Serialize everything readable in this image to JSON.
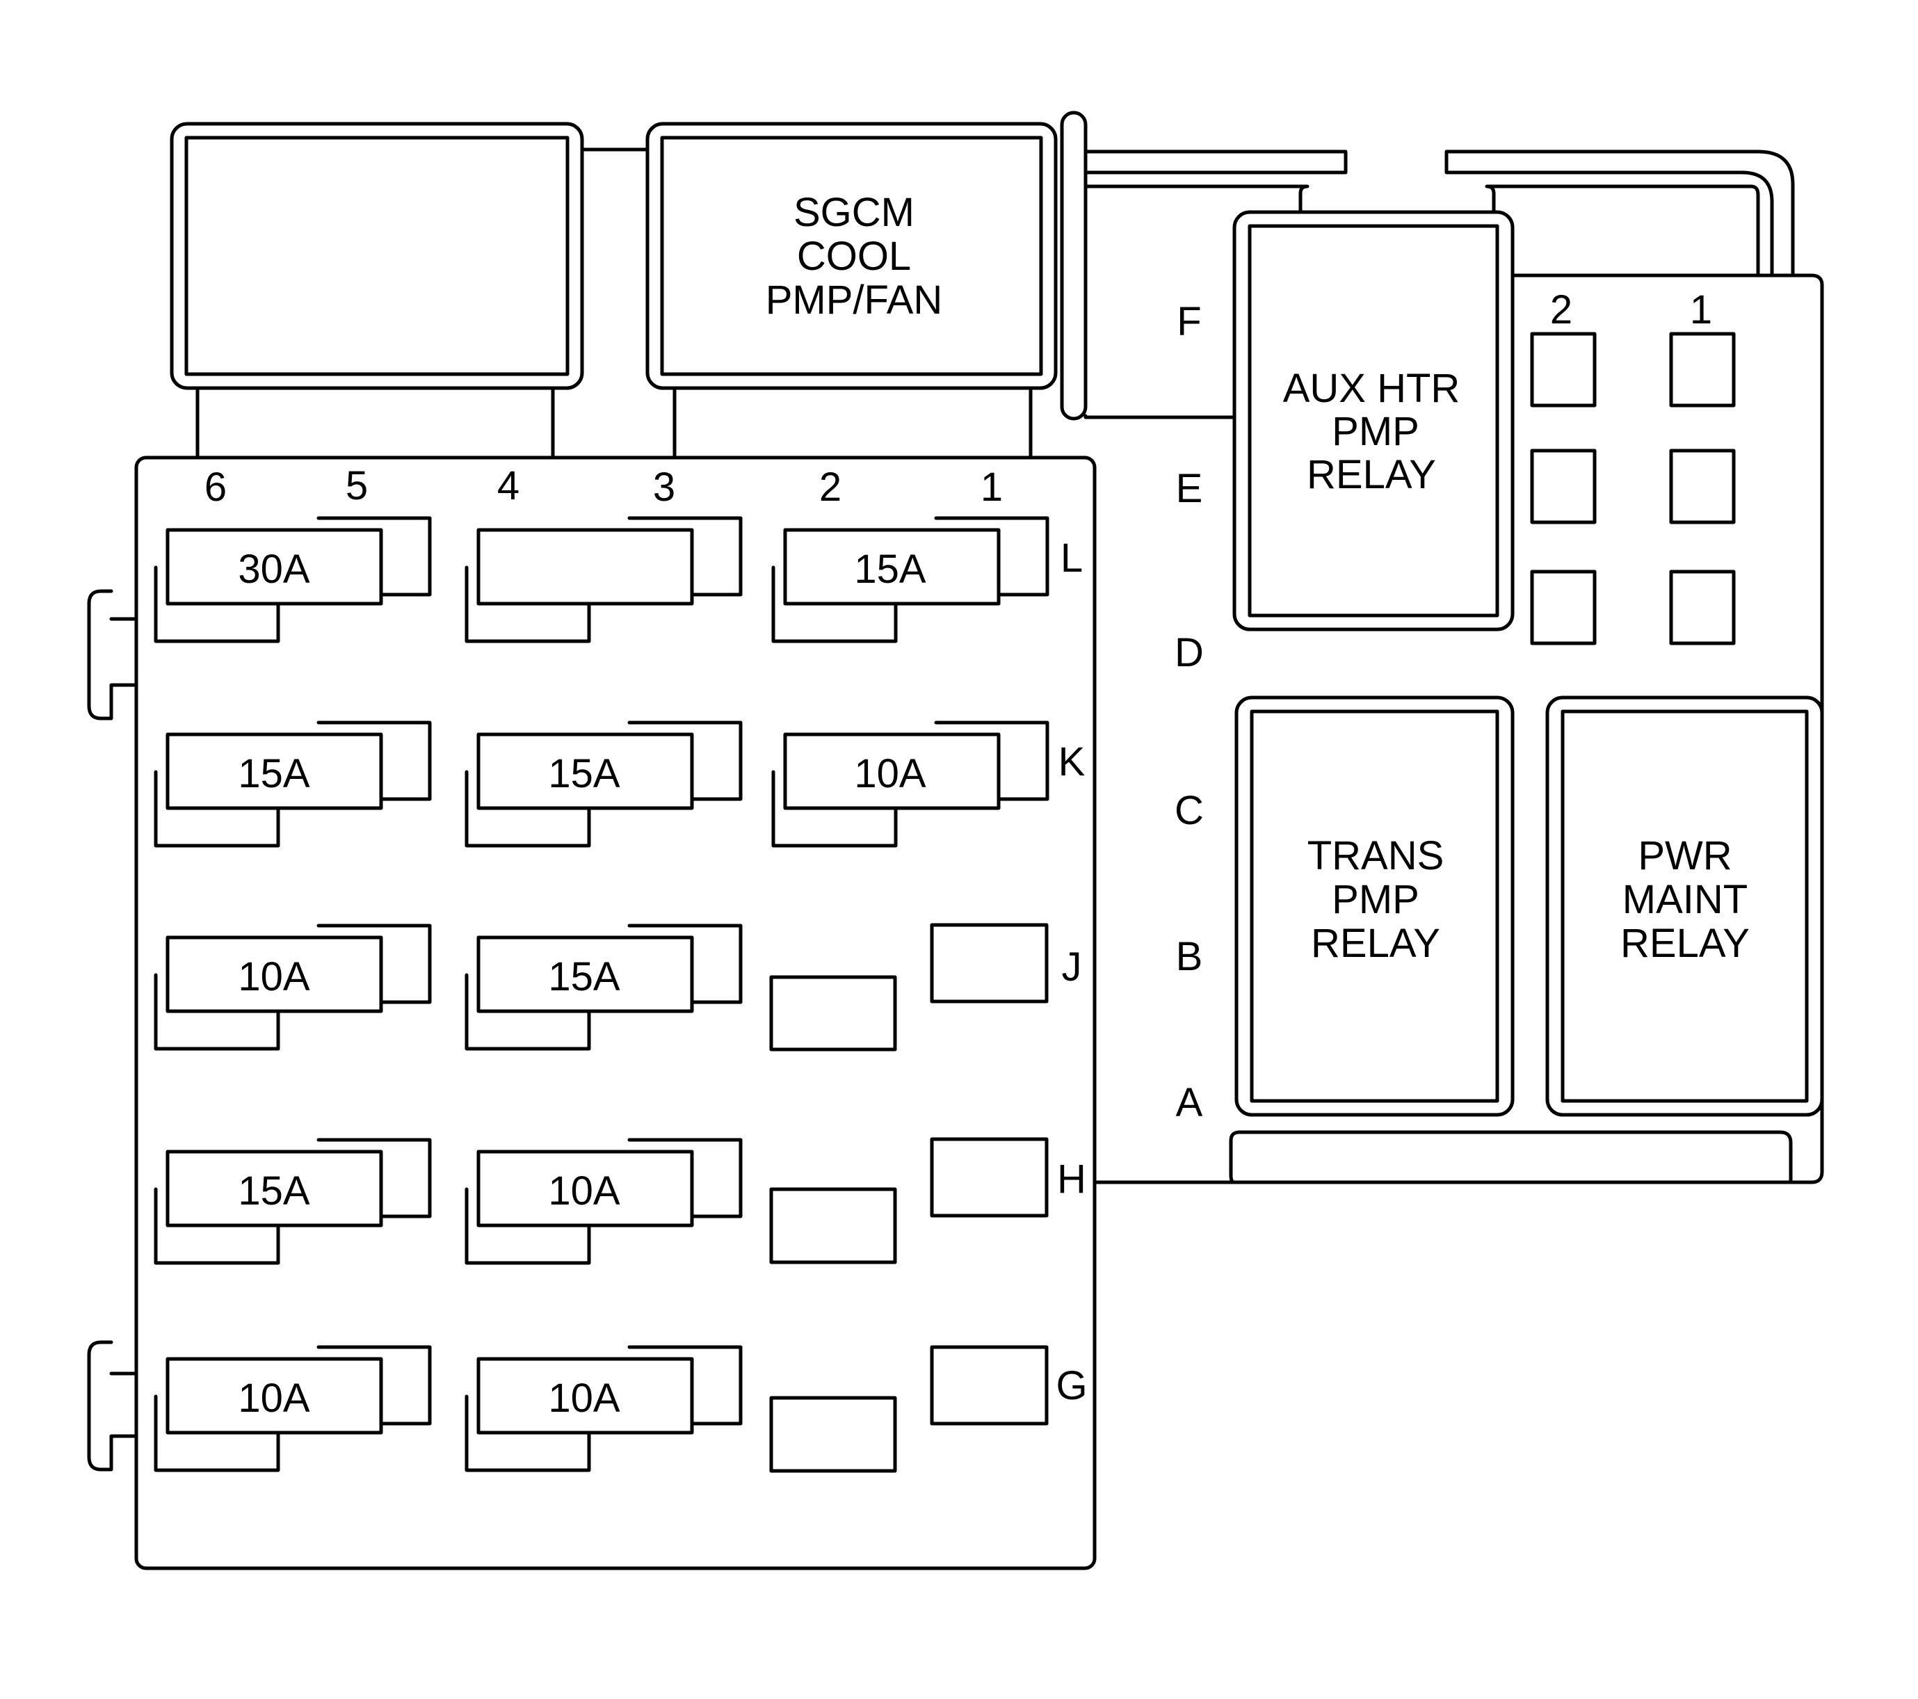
{
  "top_relays": {
    "left_label": [],
    "right_label": [
      "SGCM",
      "COOL",
      "PMP/FAN"
    ]
  },
  "column_labels": [
    "6",
    "5",
    "4",
    "3",
    "2",
    "1"
  ],
  "row_labels_fuses": [
    "L",
    "K",
    "J",
    "H",
    "G"
  ],
  "row_labels_relays": [
    "F",
    "E",
    "D",
    "C",
    "B",
    "A"
  ],
  "mini_column_labels": [
    "2",
    "1"
  ],
  "fuses": {
    "L": [
      "30A",
      "",
      "15A"
    ],
    "K": [
      "15A",
      "15A",
      "10A"
    ],
    "J": [
      "10A",
      "15A"
    ],
    "H": [
      "15A",
      "10A"
    ],
    "G": [
      "10A",
      "10A"
    ]
  },
  "relays": {
    "aux_htr": [
      "AUX HTR",
      "PMP",
      "RELAY"
    ],
    "trans": [
      "TRANS",
      "PMP",
      "RELAY"
    ],
    "pwr_maint": [
      "PWR",
      "MAINT",
      "RELAY"
    ]
  }
}
